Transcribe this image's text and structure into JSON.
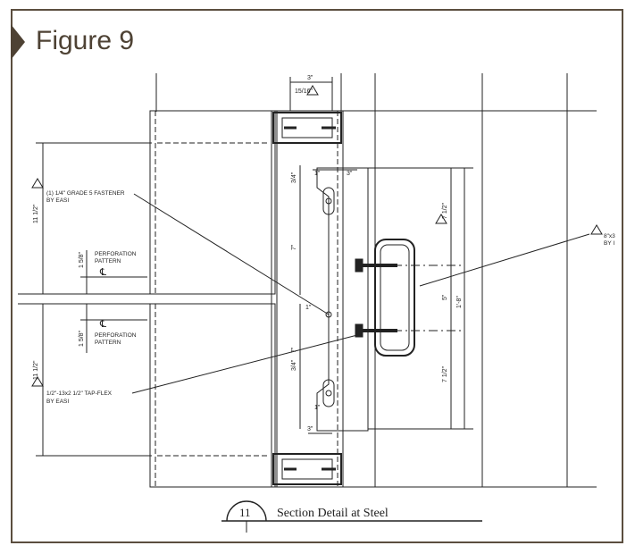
{
  "figure": {
    "title": "Figure 9"
  },
  "callouts": {
    "fastener_line1": "(1) 1/4\" GRADE 5 FASTENER",
    "fastener_line2": "BY EASI",
    "tapflex_line1": "1/2\"-13x2 1/2\" TAP-FLEX",
    "tapflex_line2": "BY EASI",
    "perf_top_line1": "PERFORATION",
    "perf_top_line2": "PATTERN",
    "perf_bottom_line1": "PERFORATION",
    "perf_bottom_line2": "PATTERN",
    "tube_line1": "8\"x3",
    "tube_line2": "BY I"
  },
  "dimensions": {
    "left_upper": "11 1/2\"",
    "left_lower": "11 1/2\"",
    "perf_upper": "1 5/8\"",
    "perf_lower": "1 5/8\"",
    "top_width": "3\"",
    "top_sub": "15/16\"",
    "slot_width_top": "3\"",
    "slot_gap_top": "1\"",
    "slot_upper_height": "3/4\"",
    "slot_upper_mid": "7\"",
    "center_gap": "1\"",
    "slot_lower_mid": "7\"",
    "slot_lower_height": "3/4\"",
    "slot_lower_gap": "1\"",
    "bottom_width": "3\"",
    "right_upper": "7 1/2\"",
    "right_center": "5\"",
    "right_lower": "7 1/2\"",
    "right_overall": "1'-8\""
  },
  "symbols": {
    "centerline": "℄",
    "revision_mark": "1"
  },
  "caption": {
    "number": "11",
    "title": "Section Detail at Steel"
  }
}
